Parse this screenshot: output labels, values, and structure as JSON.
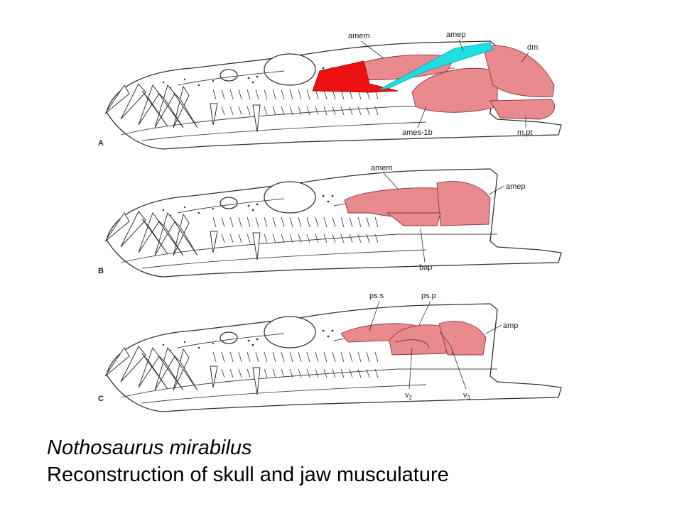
{
  "caption": {
    "species": "Nothosaurus mirabilus",
    "subtitle": "Reconstruction of skull and jaw musculature"
  },
  "panels": [
    {
      "letter": "A",
      "labels": {
        "amem": "amem",
        "amep": "amep",
        "dm": "dm",
        "ames": "ames-1b",
        "mpt": "m.pt"
      }
    },
    {
      "letter": "B",
      "labels": {
        "amem": "amem",
        "amep": "amep",
        "bap": "bap"
      }
    },
    {
      "letter": "C",
      "labels": {
        "pss": "ps.s",
        "psp": "ps.p",
        "amp": "amp",
        "v2": "v",
        "v2_sub": "2",
        "v3": "v",
        "v3_sub": "3"
      }
    }
  ],
  "colors": {
    "muscle": "#e88a8e",
    "highlight_muscle": "#ee1111",
    "tendon": "#22dde0"
  }
}
